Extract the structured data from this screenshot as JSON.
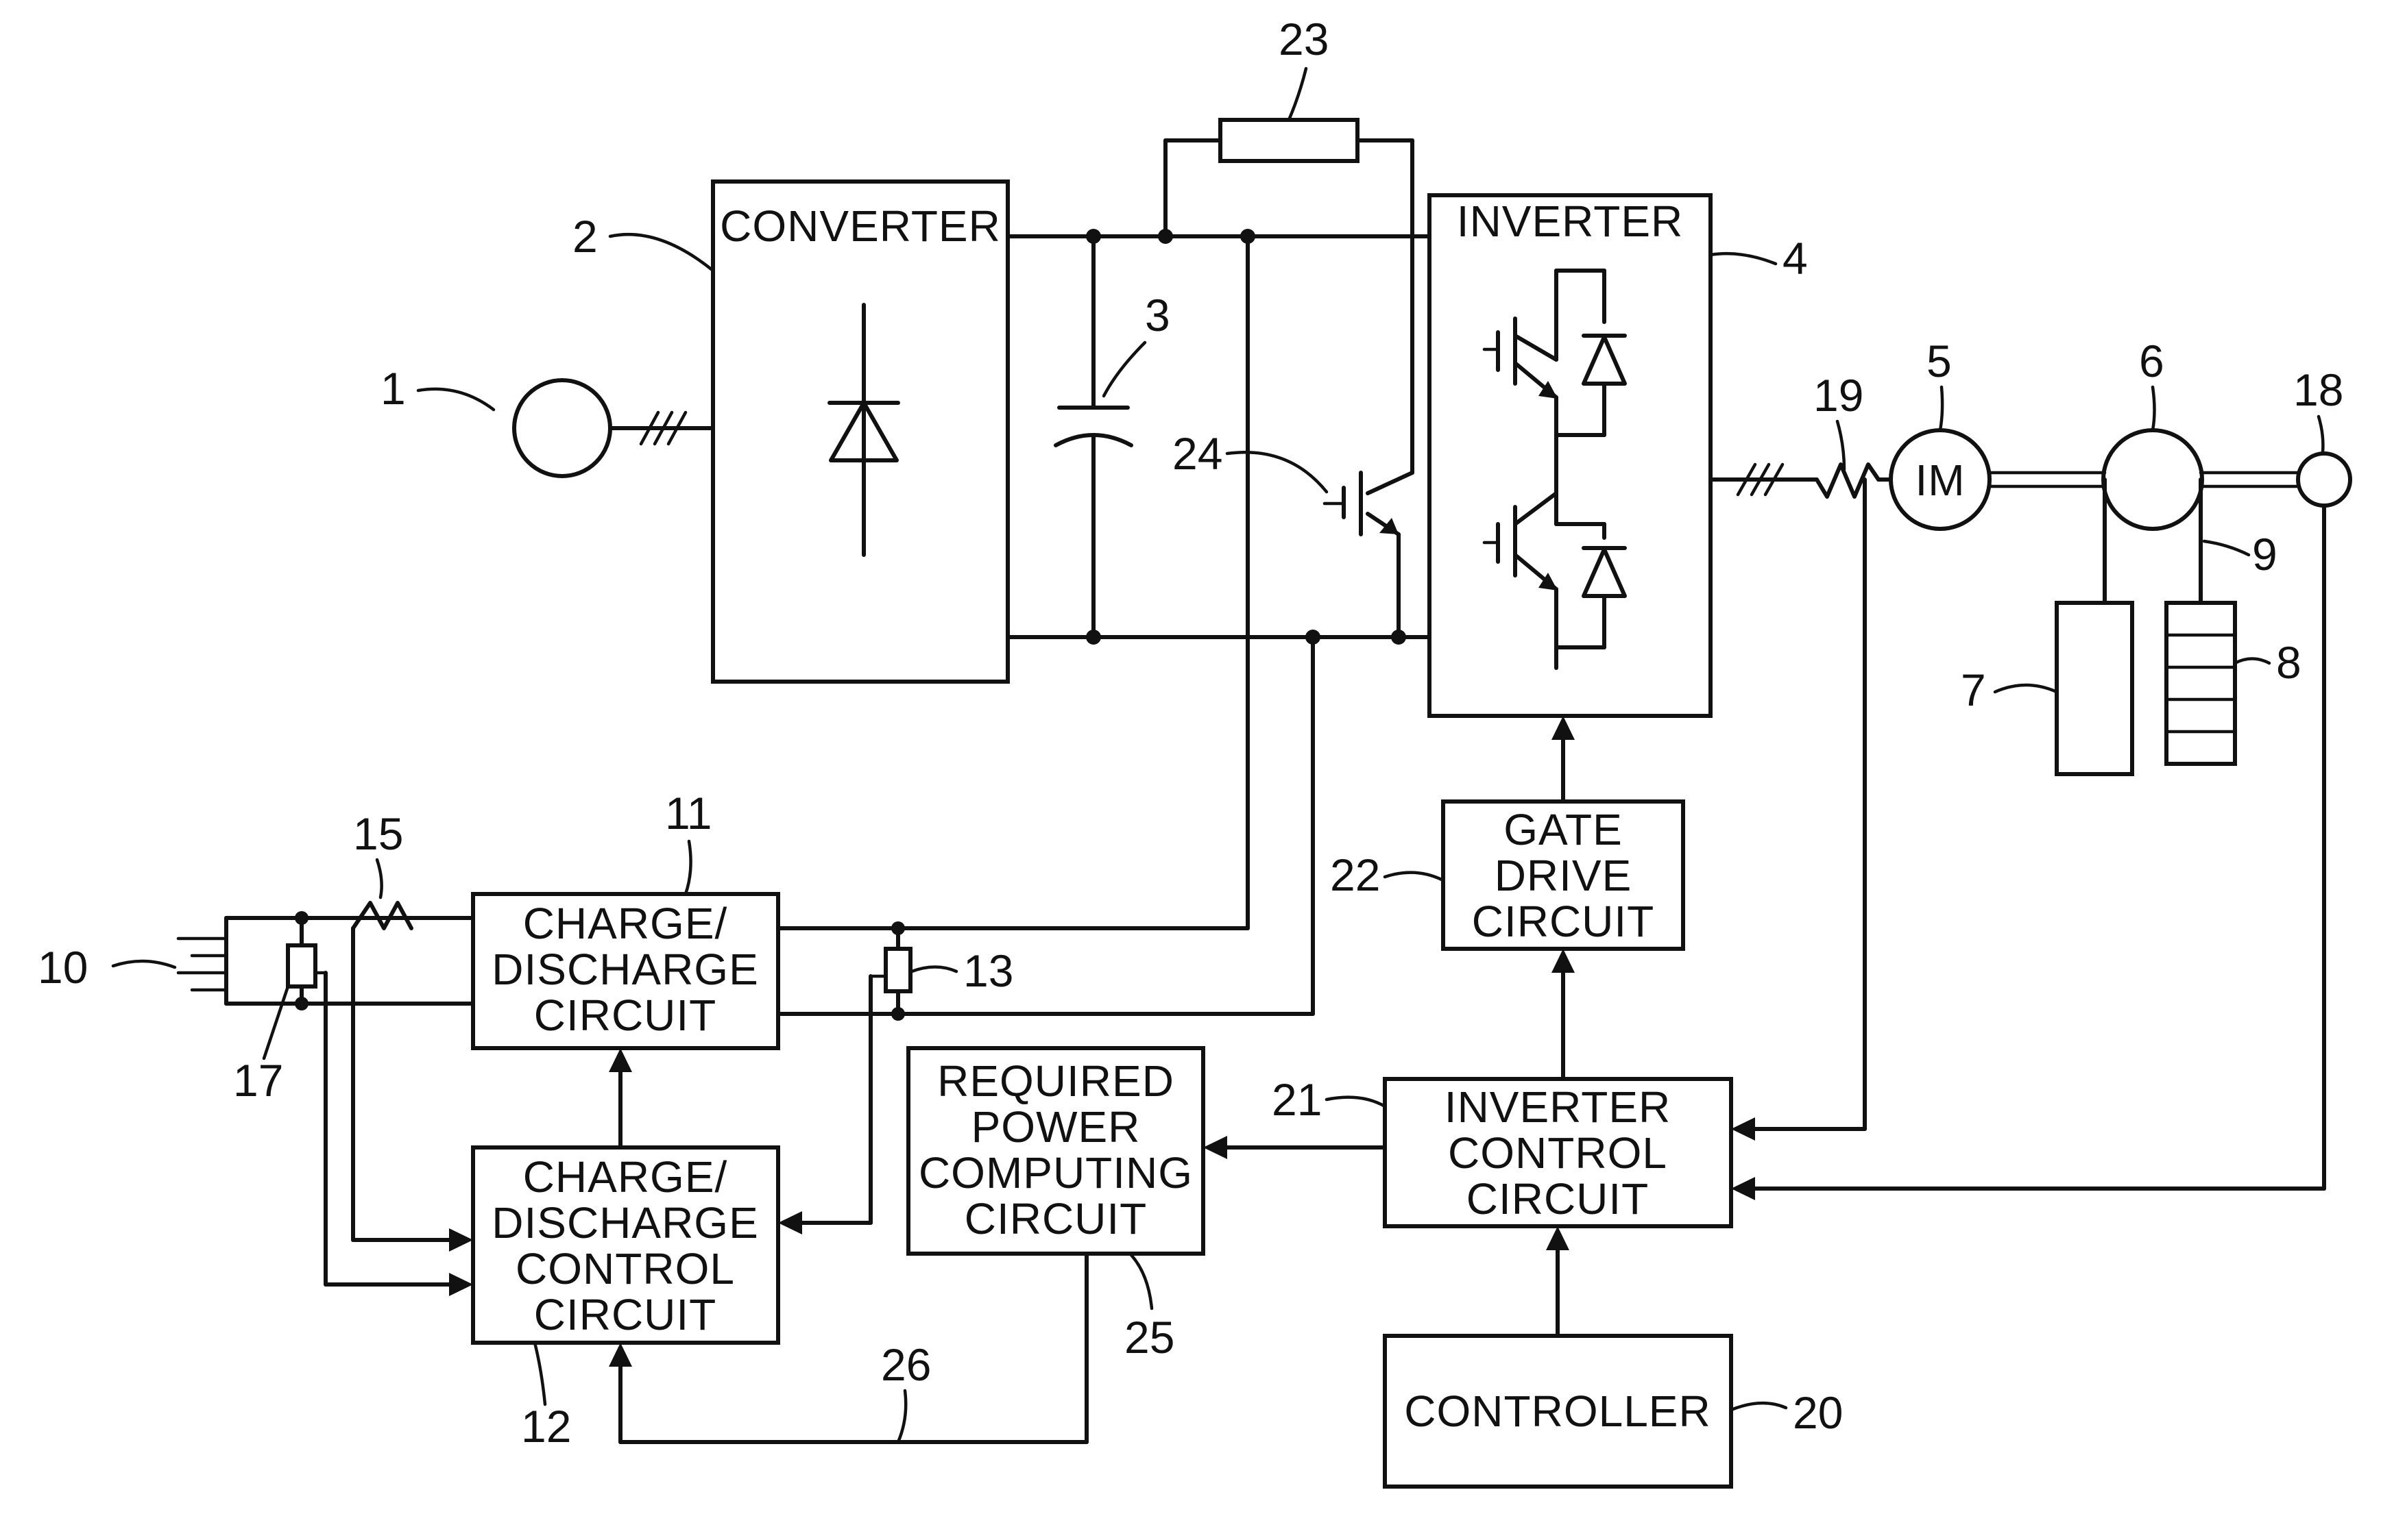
{
  "blocks": {
    "converter": "CONVERTER",
    "inverter": "INVERTER",
    "gate_drive": [
      "GATE",
      "DRIVE",
      "CIRCUIT"
    ],
    "charge_discharge": [
      "CHARGE/",
      "DISCHARGE",
      "CIRCUIT"
    ],
    "charge_discharge_control": [
      "CHARGE/",
      "DISCHARGE",
      "CONTROL",
      "CIRCUIT"
    ],
    "required_power": [
      "REQUIRED",
      "POWER",
      "COMPUTING",
      "CIRCUIT"
    ],
    "inverter_control": [
      "INVERTER",
      "CONTROL",
      "CIRCUIT"
    ],
    "controller": "CONTROLLER",
    "motor": "IM"
  },
  "refs": {
    "r1": "1",
    "r2": "2",
    "r3": "3",
    "r4": "4",
    "r5": "5",
    "r6": "6",
    "r7": "7",
    "r8": "8",
    "r9": "9",
    "r10": "10",
    "r11": "11",
    "r12": "12",
    "r13": "13",
    "r15": "15",
    "r17": "17",
    "r18": "18",
    "r19": "19",
    "r20": "20",
    "r21": "21",
    "r22": "22",
    "r23": "23",
    "r24": "24",
    "r25": "25",
    "r26": "26"
  }
}
